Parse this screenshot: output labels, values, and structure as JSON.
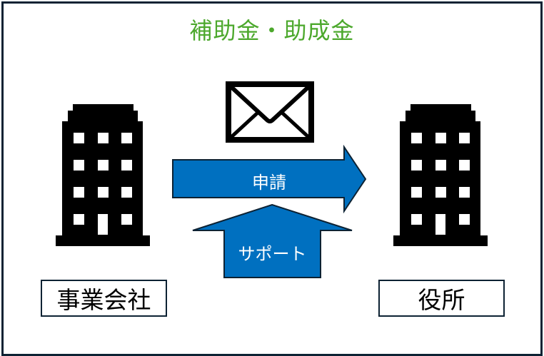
{
  "title": "補助金・助成金",
  "arrows": {
    "apply": "申請",
    "support": "サポート"
  },
  "entities": {
    "company": "事業会社",
    "office": "役所"
  },
  "colors": {
    "title": "#4ca82c",
    "arrow": "#0070c0",
    "border": "#0d2233"
  }
}
